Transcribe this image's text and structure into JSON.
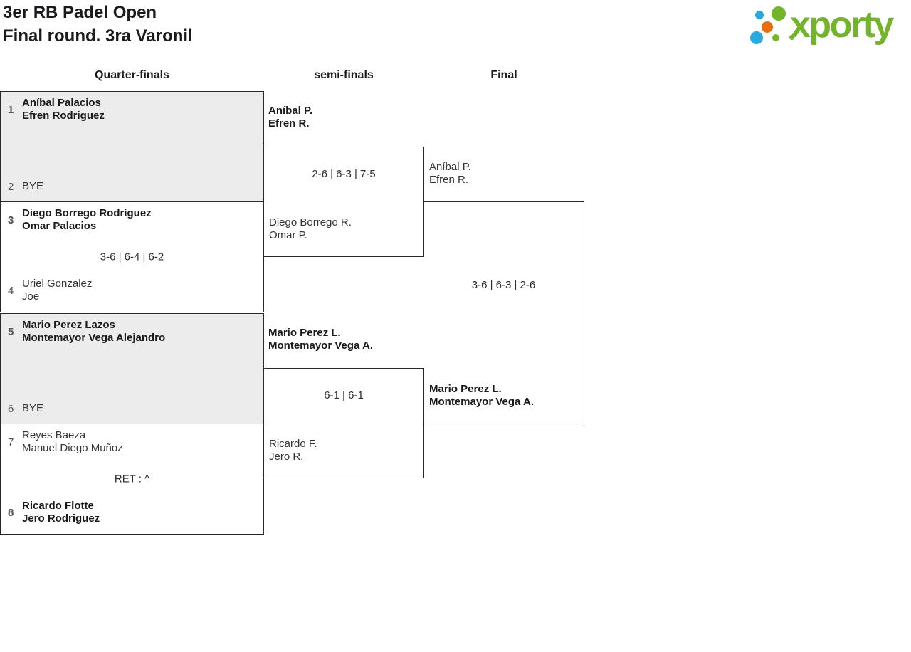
{
  "theme": {
    "ink": "#1b191c",
    "text": "#343438",
    "seed": "#515156",
    "score": "#2c2c2e",
    "border": "#2b272b",
    "shaded": "#ececec",
    "green": "#72b52a",
    "blue": "#29a9e0",
    "orange": "#e56f10"
  },
  "header": {
    "title_line1": "3er RB Padel Open",
    "title_line2": "Final round. 3ra Varonil"
  },
  "logo": {
    "text": "xporty"
  },
  "columns": [
    {
      "label": "Quarter-finals"
    },
    {
      "label": "semi-finals"
    },
    {
      "label": "Final"
    }
  ],
  "quarterfinals": [
    {
      "seed_top": "1",
      "team_top": [
        "Aníbal Palacios",
        "Efren Rodriguez"
      ],
      "top_winner": true,
      "score": "",
      "seed_bottom": "2",
      "team_bottom": [
        "BYE"
      ],
      "bottom_winner": false,
      "shaded": true
    },
    {
      "seed_top": "3",
      "team_top": [
        "Diego Borrego Rodríguez",
        "Omar Palacios"
      ],
      "top_winner": true,
      "score": "3-6 | 6-4 | 6-2",
      "seed_bottom": "4",
      "team_bottom": [
        "Uriel Gonzalez",
        "Joe"
      ],
      "bottom_winner": false,
      "shaded": false
    },
    {
      "seed_top": "5",
      "team_top": [
        "Mario Perez Lazos",
        "Montemayor Vega Alejandro"
      ],
      "top_winner": true,
      "score": "",
      "seed_bottom": "6",
      "team_bottom": [
        "BYE"
      ],
      "bottom_winner": false,
      "shaded": true
    },
    {
      "seed_top": "7",
      "team_top": [
        "Reyes Baeza",
        "Manuel Diego Muñoz"
      ],
      "top_winner": false,
      "score": "RET : ^",
      "seed_bottom": "8",
      "team_bottom": [
        "Ricardo Flotte",
        "Jero Rodriguez"
      ],
      "bottom_winner": true,
      "shaded": false
    }
  ],
  "semifinals": [
    {
      "winner": [
        "Aníbal P.",
        "Efren R."
      ],
      "score": "2-6 | 6-3 | 7-5",
      "loser": [
        "Diego Borrego R.",
        "Omar P."
      ]
    },
    {
      "winner": [
        "Mario Perez L.",
        "Montemayor Vega A."
      ],
      "score": "6-1 | 6-1",
      "loser": [
        "Ricardo F.",
        "Jero R."
      ]
    }
  ],
  "final": {
    "finalist_top": [
      "Aníbal P.",
      "Efren R."
    ],
    "top_winner": false,
    "score": "3-6 | 6-3 | 2-6",
    "finalist_bottom": [
      "Mario Perez L.",
      "Montemayor Vega A."
    ],
    "bottom_winner": true
  }
}
